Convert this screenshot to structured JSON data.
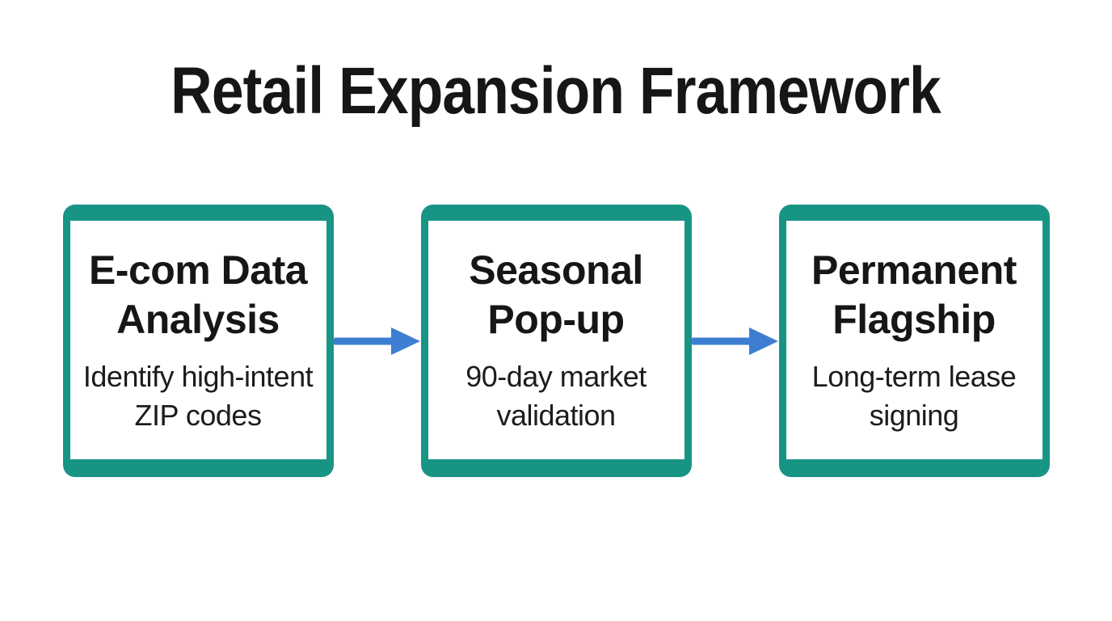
{
  "title": "Retail Expansion Framework",
  "colors": {
    "frame": "#189485",
    "arrow": "#3d7ed3",
    "text": "#161616",
    "background": "#ffffff"
  },
  "icons": {
    "arrow_right": "→"
  },
  "steps": [
    {
      "title": "E-com Data Analysis",
      "description": "Identify high-intent ZIP codes"
    },
    {
      "title": "Seasonal Pop-up",
      "description": "90-day market validation"
    },
    {
      "title": "Permanent Flagship",
      "description": "Long-term lease signing"
    }
  ]
}
